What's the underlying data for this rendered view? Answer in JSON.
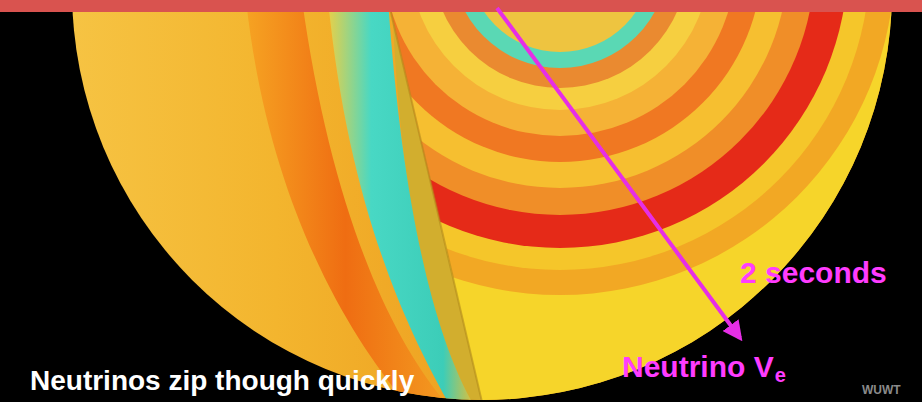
{
  "diagram": {
    "labels": [
      "2 seconds",
      "Neutrino V",
      "e",
      "Neutrinos zip though quickly",
      "WUWT"
    ]
  }
}
